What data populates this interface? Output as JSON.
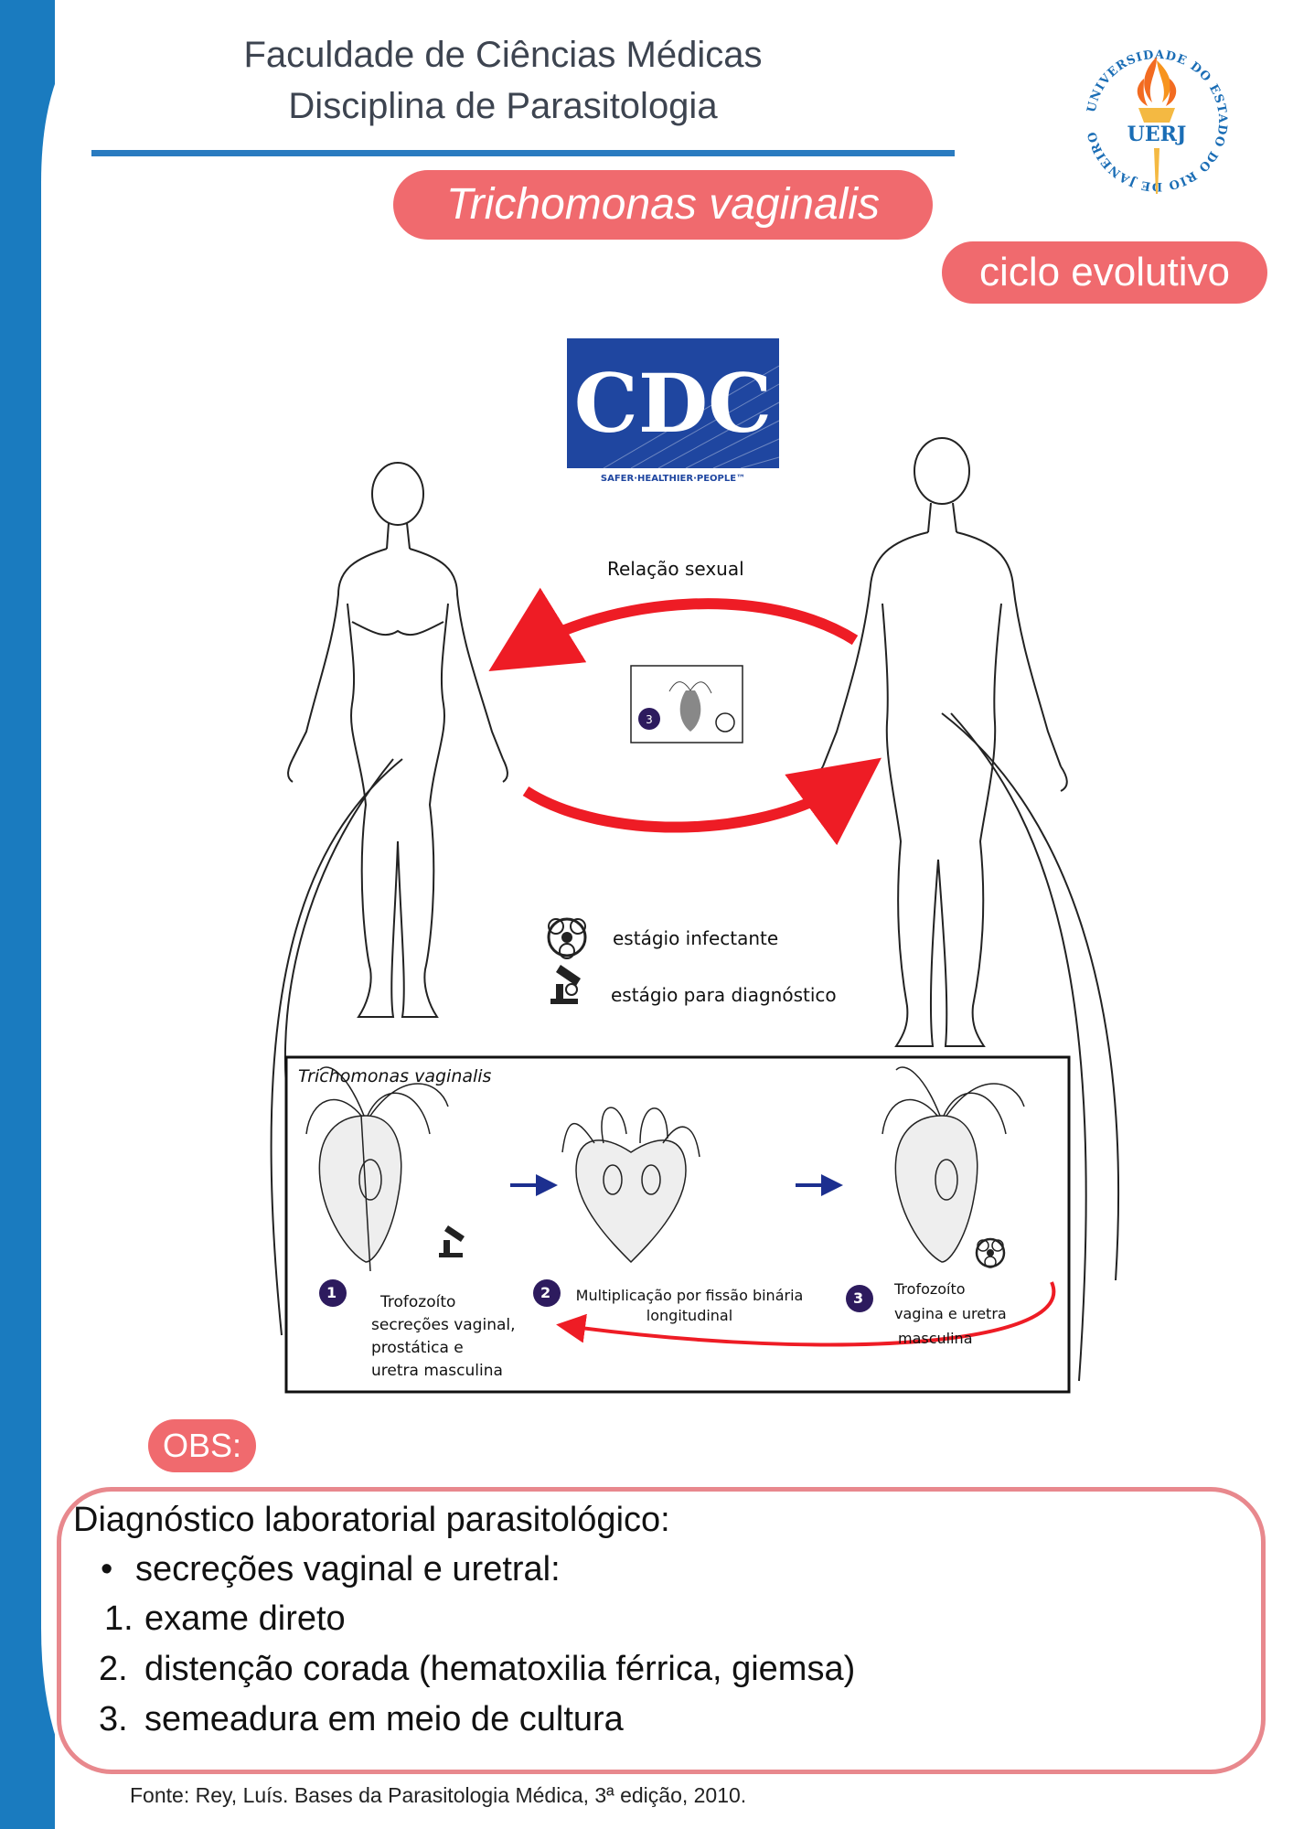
{
  "header": {
    "line1": "Faculdade de Ciências Médicas",
    "line2": "Disciplina de Parasitologia"
  },
  "logos": {
    "uerj_abbrev": "UERJ",
    "uerj_ring_text": "UNIVERSIDADE DO ESTADO DO RIO DE JANEIRO",
    "cdc_abbrev": "CDC",
    "cdc_tagline": "SAFER·HEALTHIER·PEOPLE™"
  },
  "title": "Trichomonas vaginalis",
  "subtitle": "ciclo evolutivo",
  "diagram": {
    "transmission_label": "Relação sexual",
    "legend": {
      "infective": "estágio infectante",
      "diagnostic": "estágio para diagnóstico"
    },
    "panel_title": "Trichomonas vaginalis",
    "stages": [
      {
        "number": "1",
        "text": [
          "Trofozoíto",
          "secreções vaginal,",
          "prostática e",
          "uretra masculina"
        ]
      },
      {
        "number": "2",
        "text": [
          "Multiplicação por fissão binária",
          "longitudinal"
        ]
      },
      {
        "number": "3",
        "text": [
          "Trofozoíto",
          "vagina e uretra",
          "masculina"
        ]
      }
    ],
    "center_badge": "3"
  },
  "obs": {
    "label": "OBS:",
    "heading": "Diagnóstico laboratorial parasitológico:",
    "bullet": "secreções vaginal e uretral:",
    "items": [
      "exame direto",
      "distenção corada (hematoxilia férrica, giemsa)",
      "semeadura em meio de cultura"
    ]
  },
  "source": "Fonte: Rey, Luís. Bases da Parasitologia Médica, 3ª edição, 2010.",
  "colors": {
    "side_bar": "#1a7bbf",
    "accent_pink": "#f06a6e",
    "obs_border": "#e8888d",
    "arrow_red": "#ee1c25",
    "uerj_blue": "#1a6db5",
    "uerj_orange": "#f26b21",
    "cdc_blue": "#1f46a0",
    "badge_purple": "#2d1b5e"
  }
}
